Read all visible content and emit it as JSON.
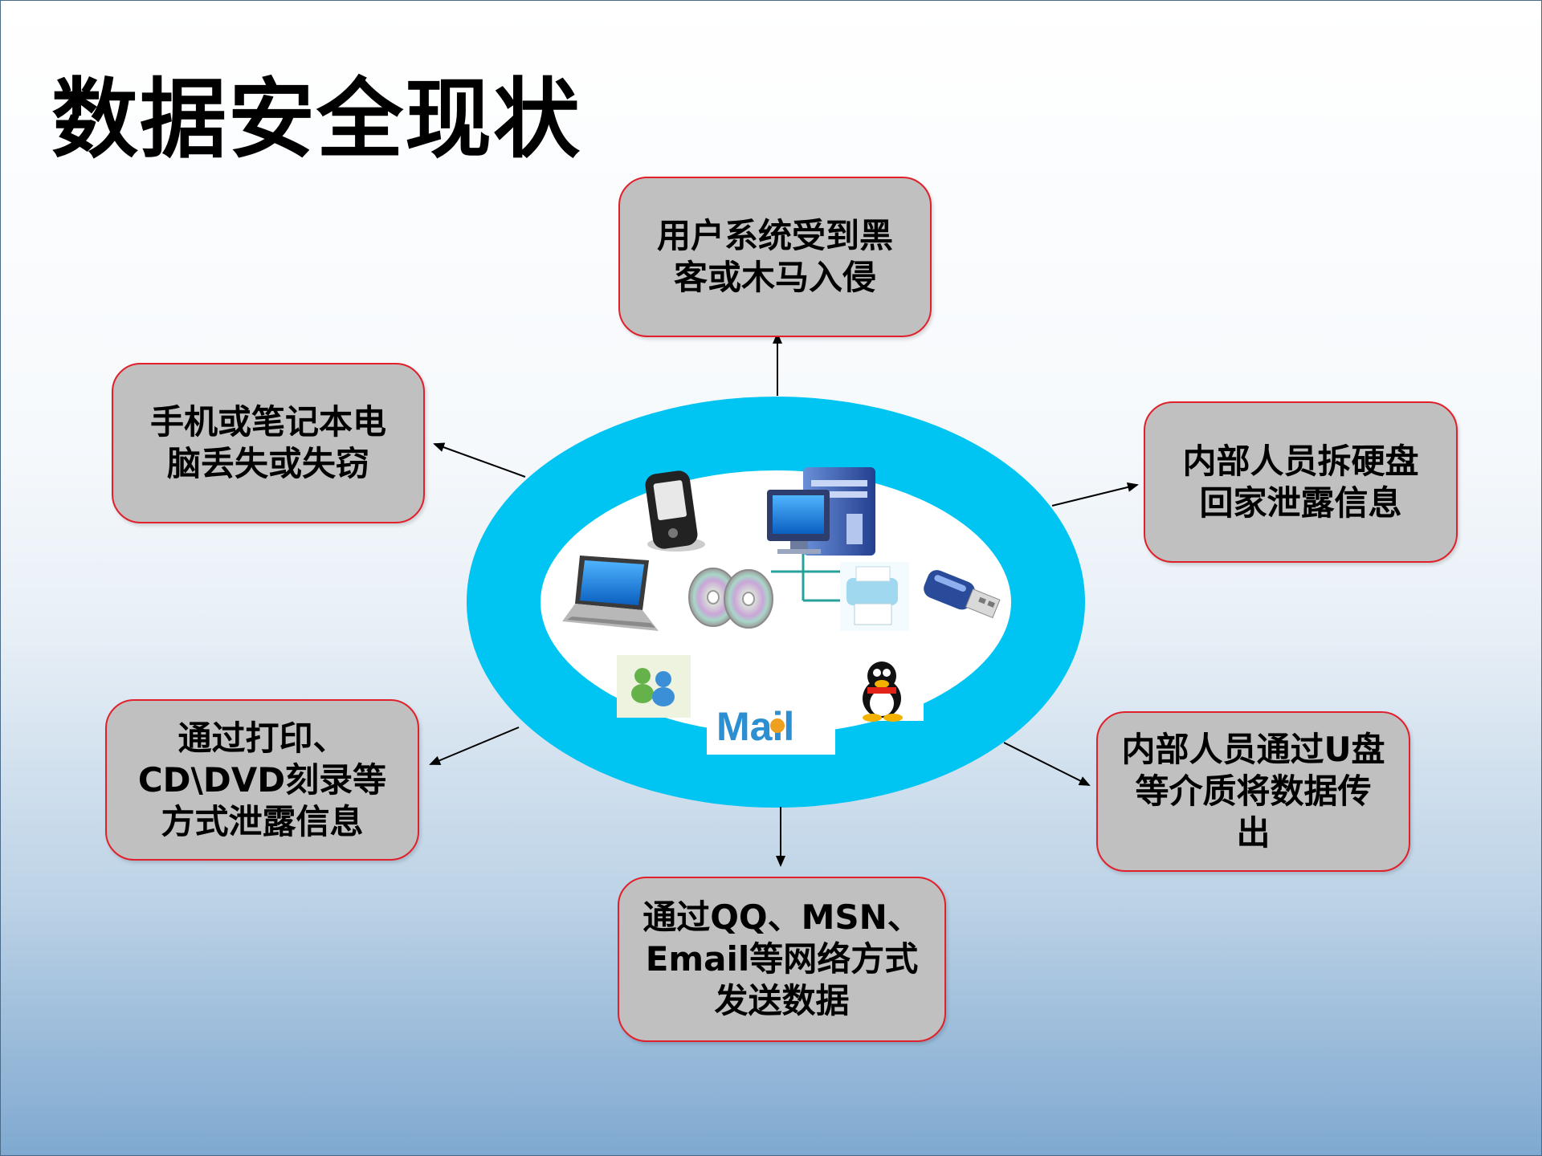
{
  "title": "数据安全现状",
  "boxes": {
    "top": "用户系统受到黑\n客或木马入侵",
    "left_top": "手机或笔记本电\n脑丢失或失窃",
    "right_top": "内部人员拆硬盘\n回家泄露信息",
    "left_bottom": "通过打印、\nCD\\DVD刻录等\n方式泄露信息",
    "right_bottom": "内部人员通过U盘\n等介质将数据传\n出",
    "bottom": "通过QQ、MSN、\nEmail等网络方式\n发送数据"
  },
  "center_icons": {
    "mail_label": "Mail",
    "icons": [
      "pda-icon",
      "desktop-computer-icon",
      "laptop-icon",
      "cd-discs-icon",
      "printer-icon",
      "usb-drive-icon",
      "msn-icon",
      "mail-logo-icon",
      "qq-penguin-icon"
    ]
  },
  "colors": {
    "ring": "#00c4f2",
    "box_fill": "#c0c0c0",
    "box_border": "#e0202a"
  }
}
